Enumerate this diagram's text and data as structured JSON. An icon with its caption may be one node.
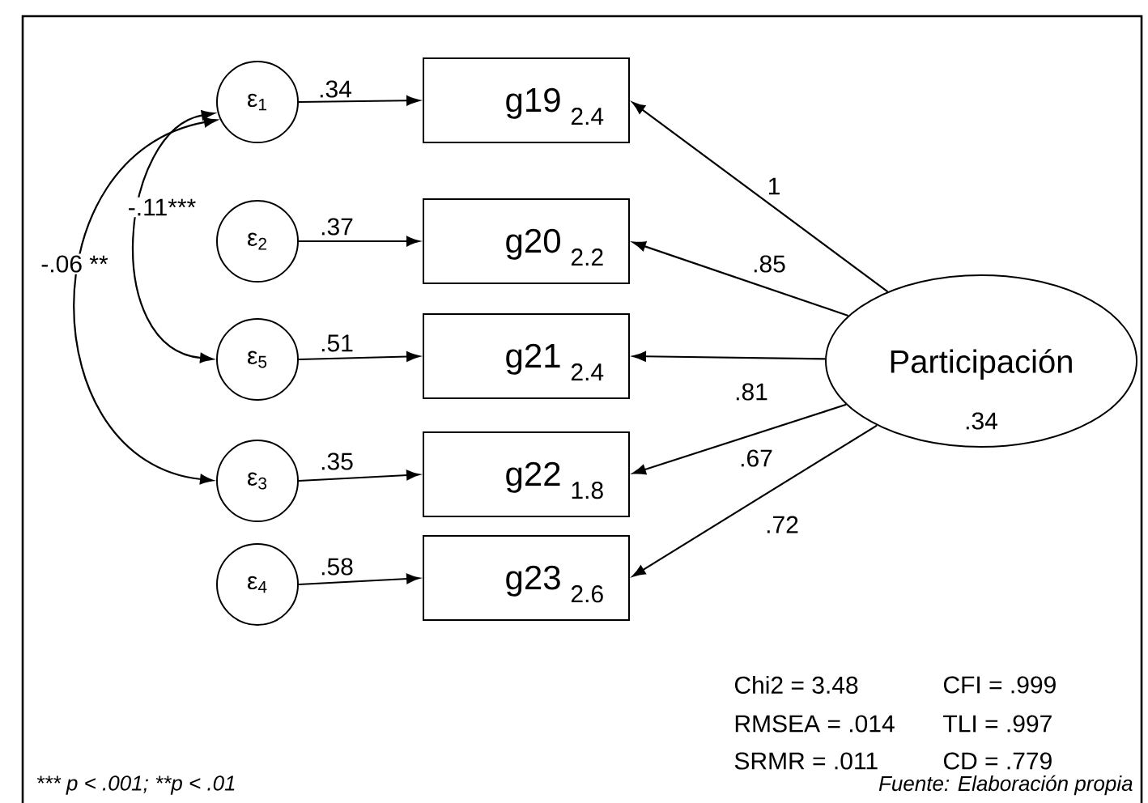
{
  "diagram": {
    "nodes": [
      {
        "text": [
          "ε$_{1}$"
        ]
      },
      {
        "text": [
          "ε$_{2}$"
        ]
      },
      {
        "text": [
          "ε$_{5}$"
        ]
      },
      {
        "text": [
          "ε$_{3}$"
        ]
      },
      {
        "text": [
          "ε$_{4}$"
        ]
      },
      {
        "text": [
          "g19",
          "2.4"
        ]
      },
      {
        "text": [
          "g20",
          "2.2"
        ]
      },
      {
        "text": [
          "g21",
          "2.4"
        ]
      },
      {
        "text": [
          "g22",
          "1.8"
        ]
      },
      {
        "text": [
          "g23",
          "2.6"
        ]
      },
      {
        "text": [
          "Participación",
          ".34"
        ]
      }
    ],
    "edges": [
      {
        "from": 0,
        "to": 5,
        "arrow": "to",
        "label": ".34"
      },
      {
        "from": 1,
        "to": 6,
        "arrow": "to",
        "label": ".37"
      },
      {
        "from": 2,
        "to": 7,
        "arrow": "to",
        "label": ".51"
      },
      {
        "from": 3,
        "to": 8,
        "arrow": "to",
        "label": ".35"
      },
      {
        "from": 4,
        "to": 9,
        "arrow": "to",
        "label": ".58"
      },
      {
        "from": 10,
        "to": 5,
        "arrow": "to",
        "label": "1"
      },
      {
        "from": 10,
        "to": 6,
        "arrow": "to",
        "label": ".85"
      },
      {
        "from": 10,
        "to": 7,
        "arrow": "to",
        "label": ".81"
      },
      {
        "from": 10,
        "to": 8,
        "arrow": "to",
        "label": ".67"
      },
      {
        "from": 10,
        "to": 9,
        "arrow": "to",
        "label": ".72"
      },
      {
        "from": 0,
        "to": 2,
        "arrow": "both",
        "label": "-.11***"
      },
      {
        "from": 0,
        "to": 3,
        "arrow": "both",
        "label": "-.06 **"
      }
    ],
    "labels": [
      "Chi2 = 3.48",
      "CFI = .999",
      "RMSEA = .014",
      "TLI = .997",
      "SRMR = .011",
      "CD = .779",
      "*** p < .001; **p < .01",
      "Fuente: Elaboración propia"
    ]
  }
}
